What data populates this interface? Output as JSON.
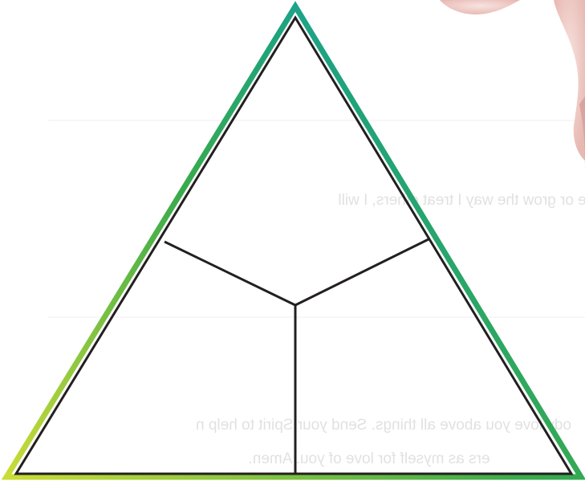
{
  "diagram": {
    "shape": "triangle-divided-into-three-regions",
    "outline_gradient": [
      "#c6d93a",
      "#3fae4a",
      "#16a6c9"
    ],
    "inner_stroke_color": "#231f20",
    "background": "#ffffff",
    "skin_tone_accent": "#f1d3cf"
  },
  "bleed_through": {
    "line1": "od's love or grow the way I treat others, I will",
    "line2": "ody love you above all things. Send your Spirit to help n",
    "line3": "ers as myself for love of you. Amen."
  }
}
